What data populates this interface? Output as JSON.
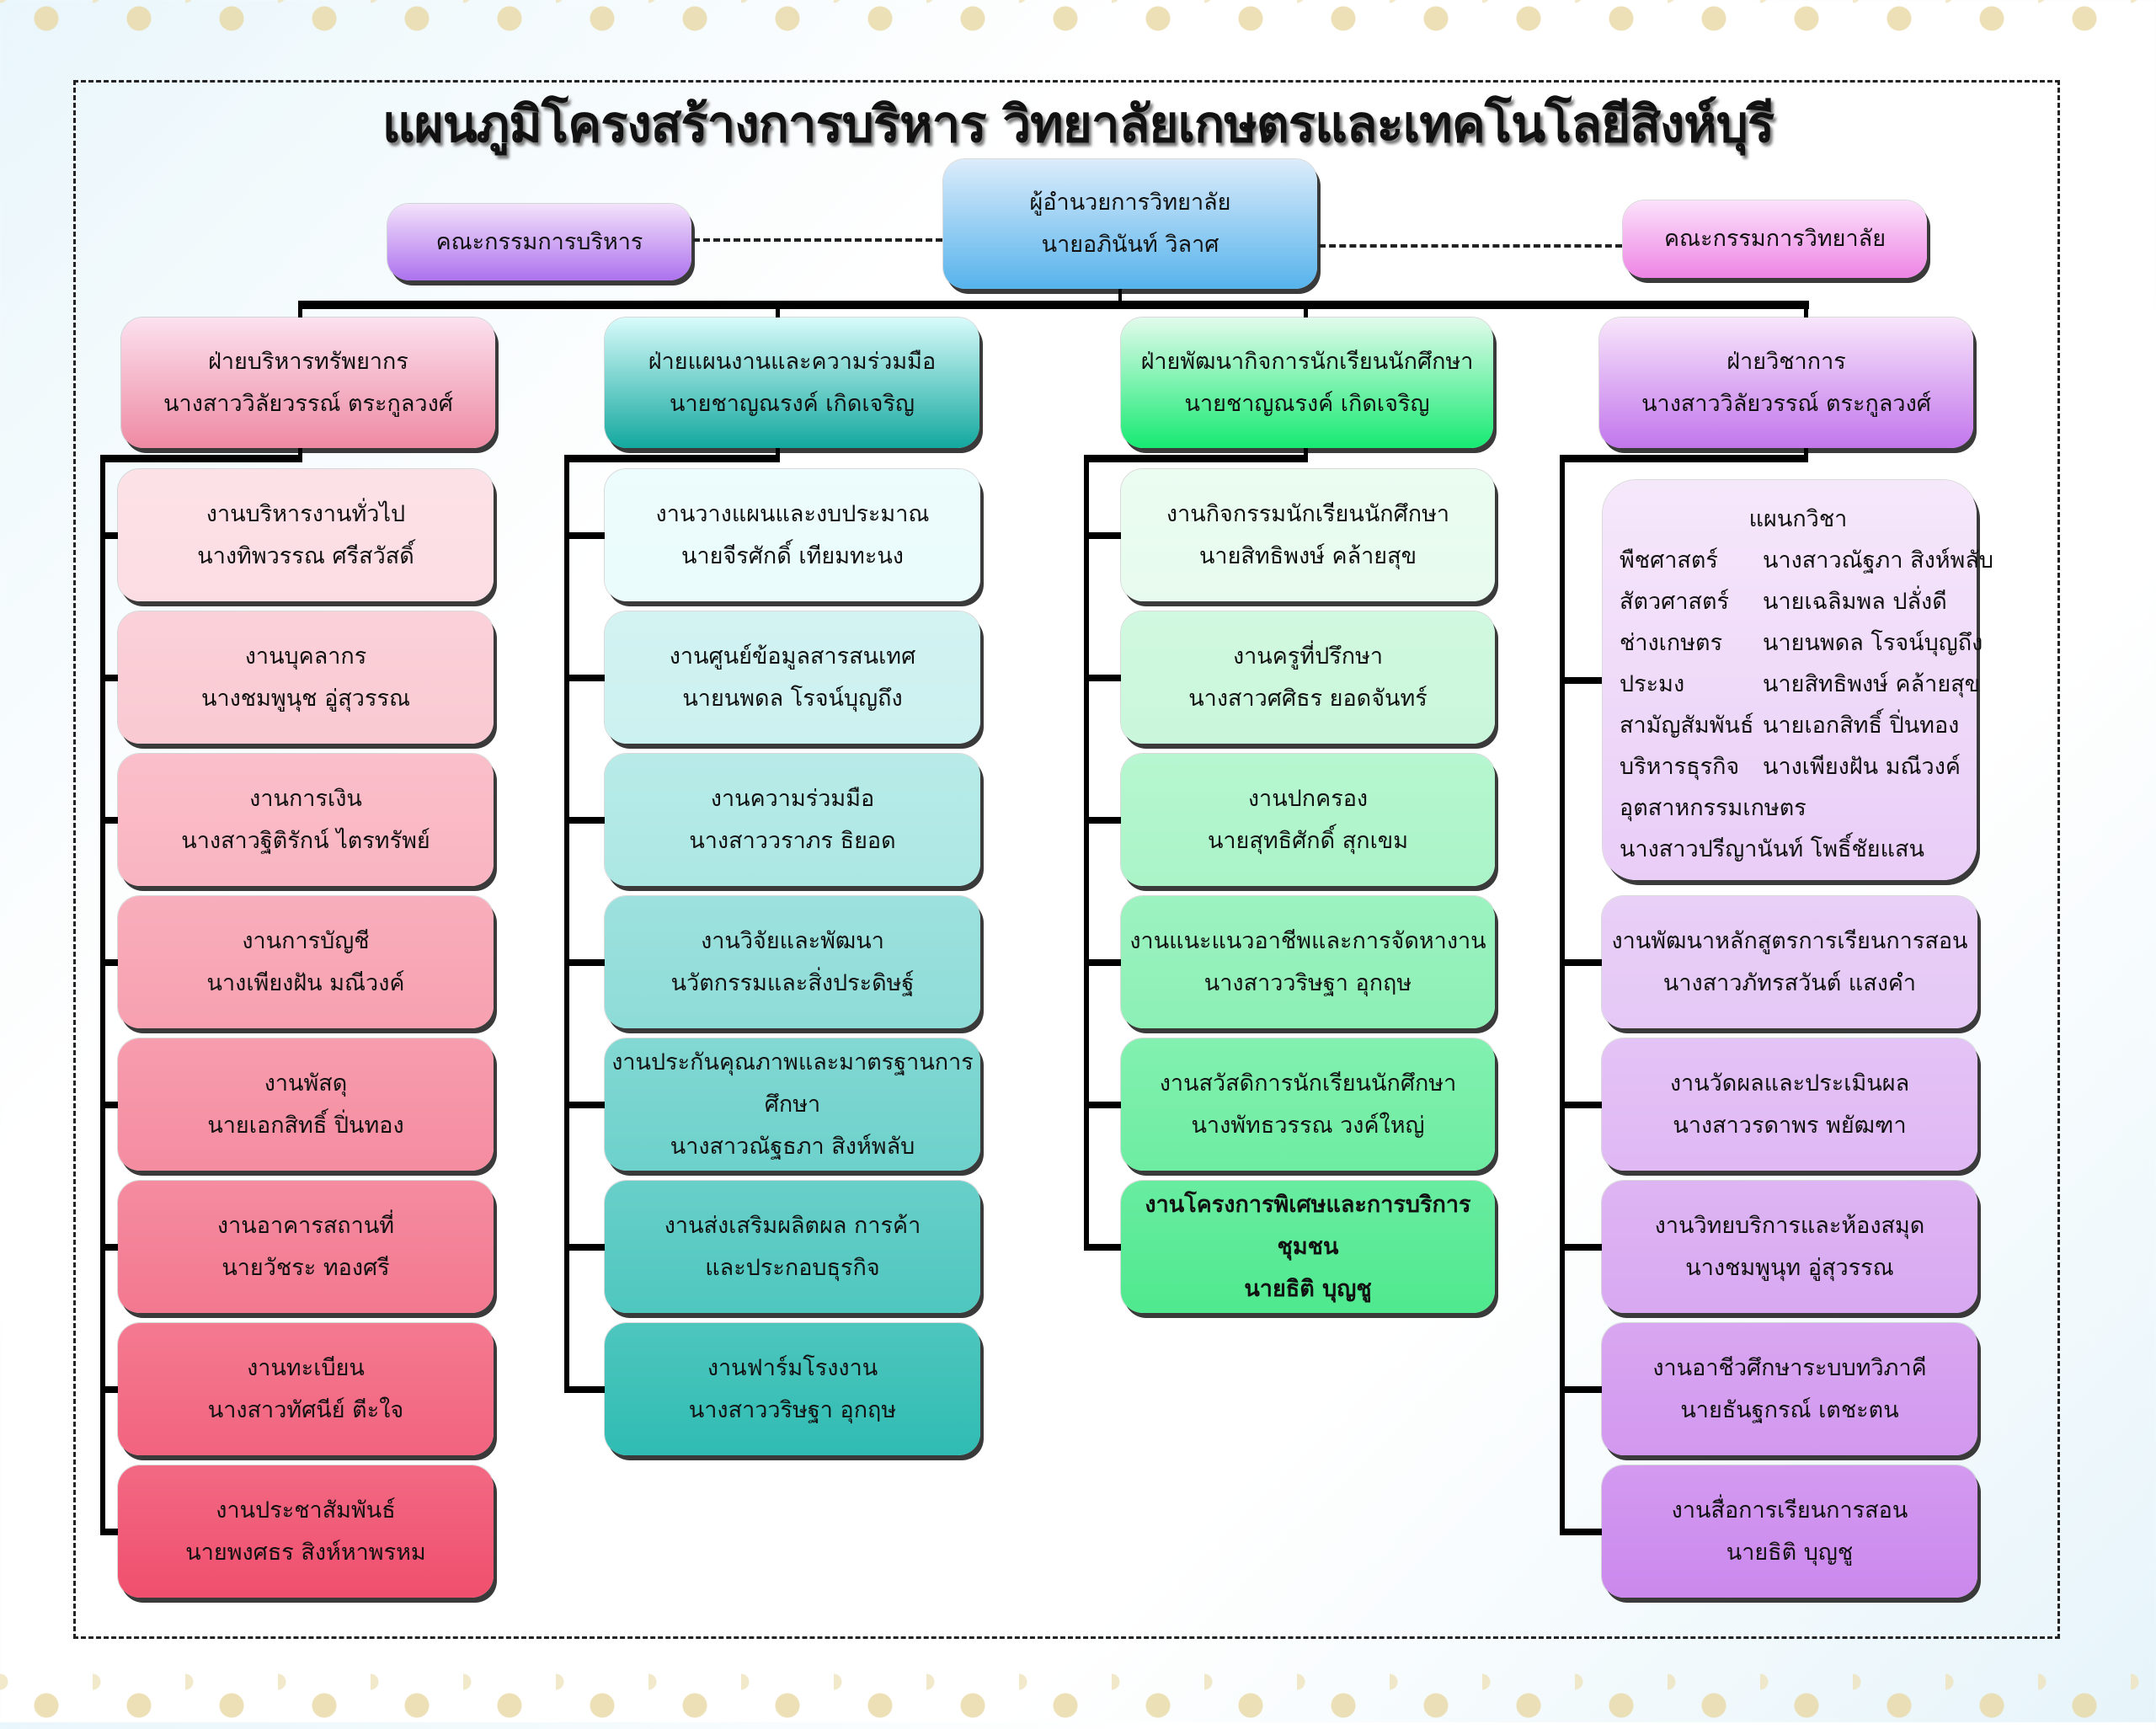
{
  "title": "แผนภูมิโครงสร้างการบริหาร วิทยาลัยเกษตรและเทคโนโลยีสิงห์บุรี",
  "director": {
    "role": "ผู้อำนวยการวิทยาลัย",
    "name": "นายอภินันท์  วิลาศ",
    "colors": [
      "#dcecfb",
      "#56b3ec"
    ]
  },
  "committees": [
    {
      "label": "คณะกรรมการบริหาร",
      "colors": [
        "#f3e2fb",
        "#ad72ee"
      ]
    },
    {
      "label": "คณะกรรมการวิทยาลัย",
      "colors": [
        "#fbe2fb",
        "#ee84e4"
      ]
    }
  ],
  "columns": [
    {
      "head": {
        "title": "ฝ่ายบริหารทรัพยากร",
        "name": "นางสาววิลัยวรรณ์  ตระกูลวงศ์",
        "colors": [
          "#fce1ee",
          "#ee8aa3"
        ]
      },
      "colors": [
        "#fcdde3",
        "#f04f6d"
      ],
      "items": [
        {
          "title": "งานบริหารงานทั่วไป",
          "name": "นางทิพวรรณ  ศรีสวัสดิ์"
        },
        {
          "title": "งานบุคลากร",
          "name": "นางชมพูนุช  อู่สุวรรณ"
        },
        {
          "title": "งานการเงิน",
          "name": "นางสาวฐิติรักน์  ไตรทรัพย์"
        },
        {
          "title": "งานการบัญชี",
          "name": "นางเพียงฝัน  มณีวงค์"
        },
        {
          "title": "งานพัสดุ",
          "name": "นายเอกสิทธิ์  ปิ่นทอง"
        },
        {
          "title": "งานอาคารสถานที่",
          "name": "นายวัชระ  ทองศรี"
        },
        {
          "title": "งานทะเบียน",
          "name": "นางสาวทัศนีย์  ตีะใจ"
        },
        {
          "title": "งานประชาสัมพันธ์",
          "name": "นายพงศธร  สิงห์หาพรหม"
        }
      ]
    },
    {
      "head": {
        "title": "ฝ่ายแผนงานและความร่วมมือ",
        "name": "นายชาญณรงค์  เกิดเจริญ",
        "colors": [
          "#d8fbfb",
          "#12a89e"
        ]
      },
      "colors": [
        "#eafcfc",
        "#2fbcb3"
      ],
      "items": [
        {
          "title": "งานวางแผนและงบประมาณ",
          "name": "นายจีรศักดิ์  เทียมทะนง"
        },
        {
          "title": "งานศูนย์ข้อมูลสารสนเทศ",
          "name": "นายนพดล  โรจน์บุญถึง"
        },
        {
          "title": "งานความร่วมมือ",
          "name": "นางสาววราภร  ธิยอด"
        },
        {
          "title": "งานวิจัยและพัฒนา",
          "name": "นวัตกรรมและสิ่งประดิษฐ์"
        },
        {
          "title": "งานประกันคุณภาพและมาตรฐานการศึกษา",
          "name": "นางสาวณัฐธภา  สิงห์พลับ"
        },
        {
          "title": "งานส่งเสริมผลิตผล การค้า",
          "name": "และประกอบธุรกิจ"
        },
        {
          "title": "งานฟาร์มโรงงาน",
          "name": "นางสาววริษฐา  อุกฤษ"
        }
      ]
    },
    {
      "head": {
        "title": "ฝ่ายพัฒนากิจการนักเรียนนักศึกษา",
        "name": "นายชาญณรงค์  เกิดเจริญ",
        "colors": [
          "#e2fbec",
          "#16ea72"
        ]
      },
      "colors": [
        "#e7fbee",
        "#4fe98f"
      ],
      "items": [
        {
          "title": "งานกิจกรรมนักเรียนนักศึกษา",
          "name": "นายสิทธิพงษ์  คล้ายสุข"
        },
        {
          "title": "งานครูที่ปรึกษา",
          "name": "นางสาวศศิธร  ยอดจันทร์"
        },
        {
          "title": "งานปกครอง",
          "name": "นายสุทธิศักดิ์  สุกเขม"
        },
        {
          "title": "งานแนะแนวอาชีพและการจัดหางาน",
          "name": "นางสาววริษฐา  อุกฤษ"
        },
        {
          "title": "งานสวัสดิการนักเรียนนักศึกษา",
          "name": "นางพัทธวรรณ  วงค์ใหญ่"
        },
        {
          "title": "งานโครงการพิเศษและการบริการชุมชน",
          "name": "นายธิติ  บุญชู",
          "bold": true
        }
      ]
    },
    {
      "head": {
        "title": "ฝ่ายวิชาการ",
        "name": "นางสาววิลัยวรรณ์  ตระกูลวงศ์",
        "colors": [
          "#f8e6fb",
          "#c276ec"
        ]
      },
      "colors": [
        "#ecd8f8",
        "#cb88ed"
      ],
      "departments": {
        "title": "แผนกวิชา",
        "rows": [
          {
            "dept": "พืชศาสตร์",
            "head": "นางสาวณัฐภา  สิงห์พลับ"
          },
          {
            "dept": "สัตวศาสตร์",
            "head": "นายเฉลิมพล  ปลั่งดี"
          },
          {
            "dept": "ช่างเกษตร",
            "head": "นายนพดล  โรจน์บุญถึง"
          },
          {
            "dept": "ประมง",
            "head": "นายสิทธิพงษ์  คล้ายสุข"
          },
          {
            "dept": "สามัญสัมพันธ์",
            "head": "นายเอกสิทธิ์  ปิ่นทอง"
          },
          {
            "dept": "บริหารธุรกิจ",
            "head": "นางเพียงฝัน  มณีวงค์"
          }
        ],
        "extra_dept": "อุตสาหกรรมเกษตร",
        "extra_head": "นางสาวปรีญานันท์  โพธิ์ชัยแสน",
        "colors": [
          "#f6e8fb",
          "#e9cdf7"
        ]
      },
      "items": [
        {
          "title": "งานพัฒนาหลักสูตรการเรียนการสอน",
          "name": "นางสาวภัทรสวันต์  แสงคำ"
        },
        {
          "title": "งานวัดผลและประเมินผล",
          "name": "นางสาวรดาพร  พยัฒฑา"
        },
        {
          "title": "งานวิทยบริการและห้องสมุด",
          "name": "นางชมพูนุท  อู่สุวรรณ"
        },
        {
          "title": "งานอาชีวศึกษาระบบทวิภาคี",
          "name": "นายธันฐกรณ์  เตชะตน"
        },
        {
          "title": "งานสื่อการเรียนการสอน",
          "name": "นายธิติ  บุญชู"
        }
      ]
    }
  ]
}
